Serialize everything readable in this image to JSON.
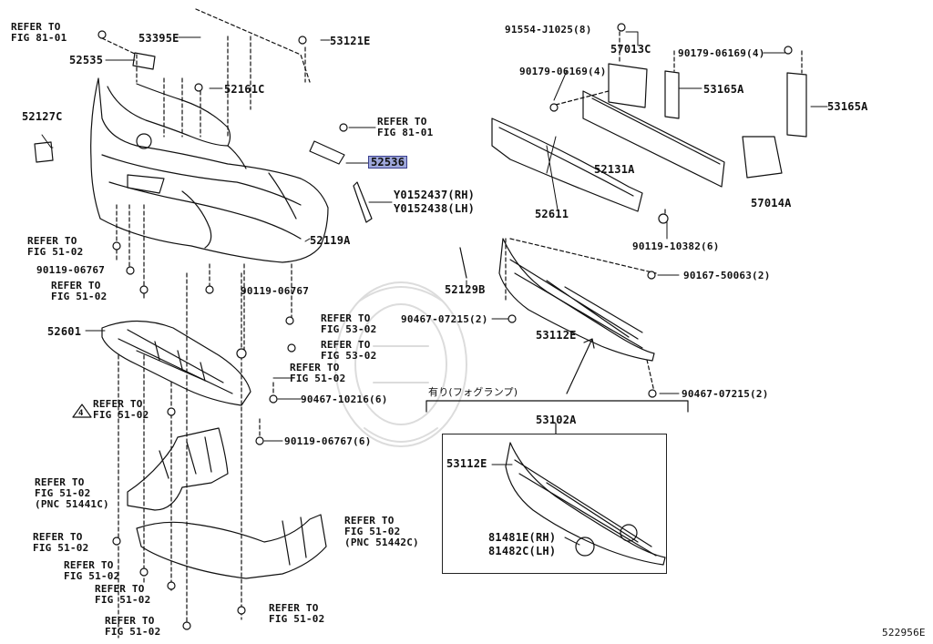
{
  "diagram_id": "522956E",
  "colors": {
    "ink": "#111111",
    "highlight": "#9fa8dc",
    "highlight_border": "#3a3f8f",
    "watermark": "#dcdcdc"
  },
  "labels": {
    "refer_fig81_top": "REFER TO\nFIG 81-01",
    "p53395e": "53395E",
    "p53121e": "53121E",
    "p52535": "52535",
    "p52161c": "52161C",
    "p52127c": "52127C",
    "refer_fig81_mid": "REFER TO\nFIG 81-01",
    "p52536": "52536",
    "y0152437": "Y0152437(RH)",
    "y0152438": "Y0152438(LH)",
    "p52119a": "52119A",
    "refer_51_02_a": "REFER TO\nFIG 51-02",
    "b90119_06767_a": "90119-06767",
    "refer_51_02_b": "REFER TO\nFIG 51-02",
    "b90119_06767_b": "90119-06767",
    "p52601": "52601",
    "refer_53_02_a": "REFER TO\nFIG 53-02",
    "refer_53_02_b": "REFER TO\nFIG 53-02",
    "refer_51_02_c": "REFER TO\nFIG 51-02",
    "b90467_10216": "90467-10216(6)",
    "refer_51_02_warn": "REFER TO\nFIG 51-02",
    "b90119_06767_6": "90119-06767(6)",
    "refer_51_02_441c": "REFER TO\nFIG 51-02\n(PNC 51441C)",
    "refer_51_02_442c": "REFER TO\nFIG 51-02\n(PNC 51442C)",
    "refer_51_02_d": "REFER TO\nFIG 51-02",
    "refer_51_02_e": "REFER TO\nFIG 51-02",
    "refer_51_02_f": "REFER TO\nFIG 51-02",
    "refer_51_02_g": "REFER TO\nFIG 51-02",
    "refer_51_02_h": "REFER TO\nFIG 51-02",
    "b91554_j1025": "91554-J1025(8)",
    "p57013c": "57013C",
    "b90179_06169_r": "90179-06169(4)",
    "b90179_06169_l": "90179-06169(4)",
    "p53165a_l": "53165A",
    "p53165a_r": "53165A",
    "p52131a": "52131A",
    "p57014a": "57014A",
    "p52611": "52611",
    "b90119_10382": "90119-10382(6)",
    "b90167_50063": "90167-50063(2)",
    "p52129b": "52129B",
    "b90467_07215_l": "90467-07215(2)",
    "p53112e": "53112E",
    "b90467_07215_r": "90467-07215(2)",
    "fog_lamp_jp": "有り(フォグランプ)",
    "p53102a": "53102A",
    "p53112e_box": "53112E",
    "p81481e": "81481E(RH)",
    "p81482c": "81482C(LH)",
    "warning_num": "4"
  }
}
